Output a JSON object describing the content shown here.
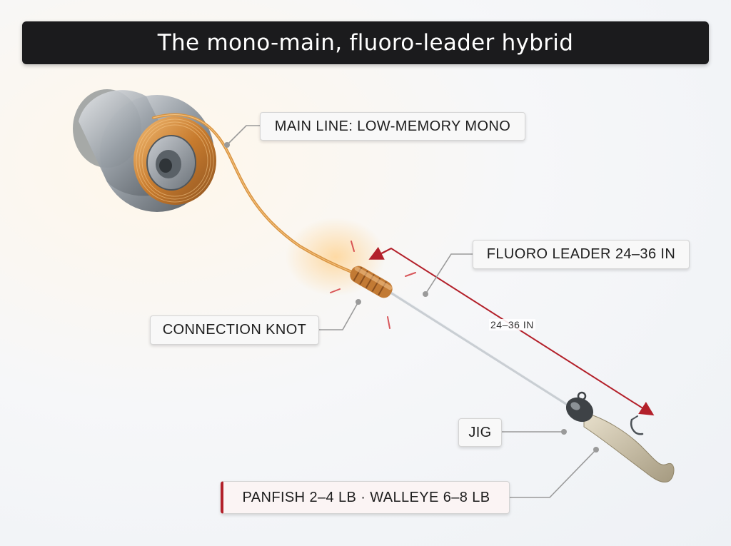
{
  "title": "The mono-main, fluoro-leader hybrid",
  "labels": {
    "main_line": "MAIN LINE: LOW-MEMORY MONO",
    "fluoro_leader": "FLUORO LEADER 24–36 IN",
    "connection_knot": "CONNECTION KNOT",
    "jig": "JIG",
    "line_weights": "PANFISH 2–4 LB · WALLEYE 6–8 LB"
  },
  "measurement": "24–36 IN",
  "colors": {
    "title_bar": "#1b1b1d",
    "mono_line": "#d9933f",
    "fluoro_line": "#c9ced3",
    "accent_red": "#b3202a",
    "callout_line": "#9a9a9a"
  },
  "icons": {
    "spool": "reel-spool-icon",
    "knot": "line-knot-icon",
    "jig": "jig-head-icon",
    "bait": "soft-plastic-bait-icon"
  }
}
